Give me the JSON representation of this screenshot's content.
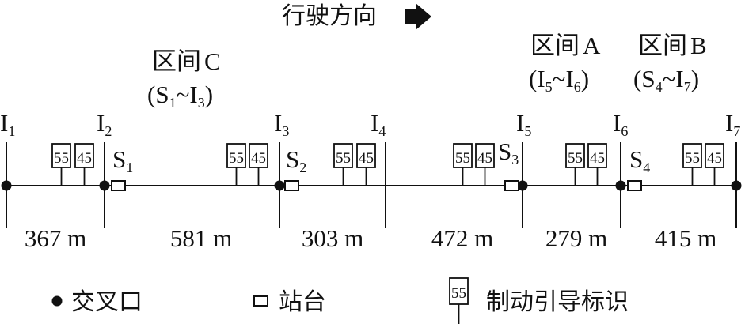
{
  "direction": {
    "label": "行驶方向"
  },
  "sections": [
    {
      "name": "区间",
      "letter": "C",
      "range": [
        "S",
        "1",
        "~",
        "I",
        "3"
      ]
    },
    {
      "name": "区间",
      "letter": "A",
      "range": [
        "I",
        "5",
        "~",
        "I",
        "6"
      ]
    },
    {
      "name": "区间",
      "letter": "B",
      "range": [
        "S",
        "4",
        "~",
        "I",
        "7"
      ]
    }
  ],
  "intersections": [
    {
      "label": "I",
      "sub": "1",
      "has_dot": true
    },
    {
      "label": "I",
      "sub": "2",
      "has_dot": true
    },
    {
      "label": "I",
      "sub": "3",
      "has_dot": true
    },
    {
      "label": "I",
      "sub": "4",
      "has_dot": false
    },
    {
      "label": "I",
      "sub": "5",
      "has_dot": true
    },
    {
      "label": "I",
      "sub": "6",
      "has_dot": true
    },
    {
      "label": "I",
      "sub": "7",
      "has_dot": true
    }
  ],
  "stations": [
    {
      "label": "S",
      "sub": "1"
    },
    {
      "label": "S",
      "sub": "2"
    },
    {
      "label": "S",
      "sub": "3"
    },
    {
      "label": "S",
      "sub": "4"
    }
  ],
  "sign_values": [
    "55",
    "45"
  ],
  "distances": [
    "367 m",
    "581 m",
    "303 m",
    "472 m",
    "279 m",
    "415 m"
  ],
  "legend": {
    "intersection": "交叉口",
    "station": "站台",
    "sign": "制动引导标识",
    "sign_sample": "55"
  }
}
